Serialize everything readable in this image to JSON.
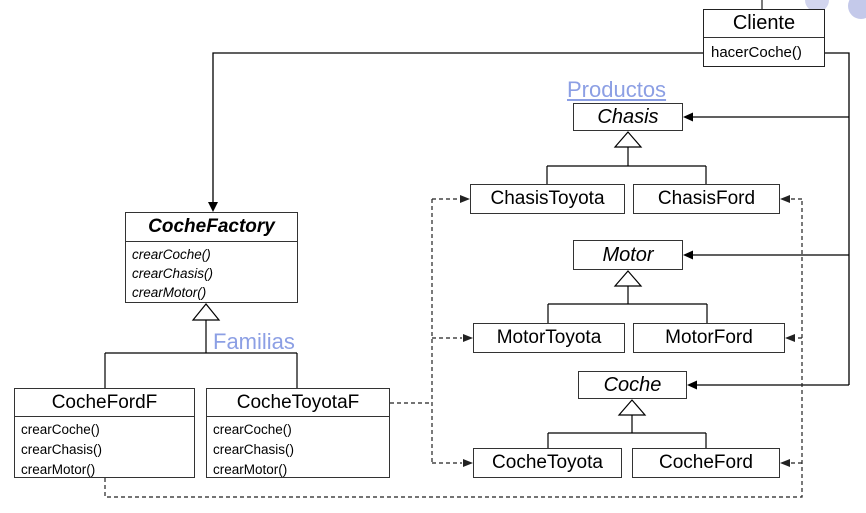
{
  "labels": {
    "productos": "Productos",
    "familias": "Familias"
  },
  "colors": {
    "label_blue": "#8c9fe4",
    "line": "#000000",
    "watermark_light": "#d2d5ee",
    "watermark_dark": "#c4c9ea"
  },
  "classes": {
    "cliente": {
      "name": "Cliente",
      "methods": [
        "hacerCoche()"
      ]
    },
    "chasis": {
      "name": "Chasis",
      "abstract": true
    },
    "chasisToyota": {
      "name": "ChasisToyota"
    },
    "chasisFord": {
      "name": "ChasisFord"
    },
    "motor": {
      "name": "Motor",
      "abstract": true
    },
    "motorToyota": {
      "name": "MotorToyota"
    },
    "motorFord": {
      "name": "MotorFord"
    },
    "coche": {
      "name": "Coche",
      "abstract": true
    },
    "cocheToyota": {
      "name": "CocheToyota"
    },
    "cocheFord": {
      "name": "CocheFord"
    },
    "cocheFactory": {
      "name": "CocheFactory",
      "abstract": true,
      "methods": [
        "crearCoche()",
        "crearChasis()",
        "crearMotor()"
      ]
    },
    "cocheFordF": {
      "name": "CocheFordF",
      "methods": [
        "crearCoche()",
        "crearChasis()",
        "crearMotor()"
      ]
    },
    "cocheToyotaF": {
      "name": "CocheToyotaF",
      "methods": [
        "crearCoche()",
        "crearChasis()",
        "crearMotor()"
      ]
    }
  }
}
